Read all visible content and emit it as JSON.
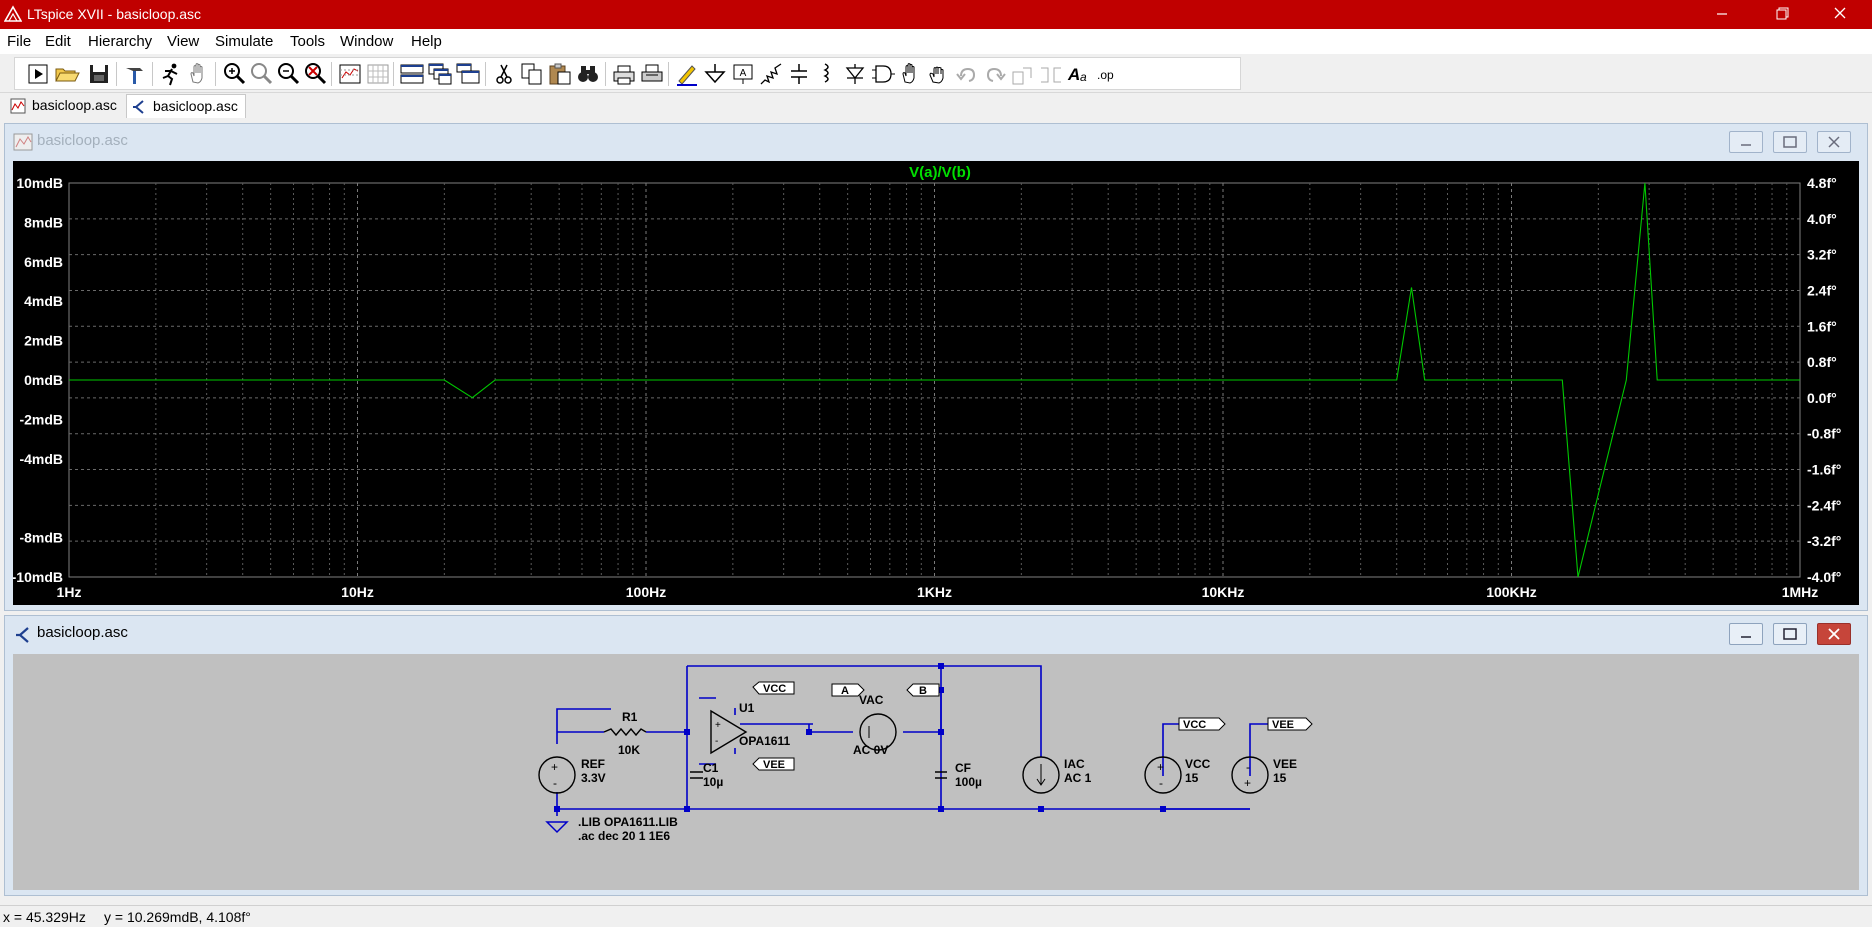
{
  "window": {
    "title": "LTspice XVII - basicloop.asc"
  },
  "menu": [
    "File",
    "Edit",
    "Hierarchy",
    "View",
    "Simulate",
    "Tools",
    "Window",
    "Help"
  ],
  "toolbar": {
    "icons": [
      "run",
      "open",
      "save",
      "control-panel",
      "halt",
      "pan",
      "zoom-in",
      "zoom-to-fit",
      "zoom-out",
      "zoom-cancel",
      "autorange",
      "plot-settings",
      "tile-horizontal",
      "cascade",
      "tile-vertical",
      "cut",
      "copy",
      "paste",
      "find",
      "print-preview",
      "print",
      "draw-wire",
      "ground",
      "label-net",
      "resistor",
      "capacitor",
      "inductor",
      "diode",
      "component",
      "move",
      "drag",
      "undo",
      "redo",
      "rotate",
      "mirror",
      "text",
      "spice-directive"
    ]
  },
  "tabs": [
    {
      "label": "basicloop.asc",
      "icon": "waveform-icon",
      "active": false
    },
    {
      "label": "basicloop.asc",
      "icon": "schematic-icon",
      "active": true
    }
  ],
  "plot_window": {
    "title": "basicloop.asc",
    "trace_label": "V(a)/V(b)",
    "trace_color": "#00c800"
  },
  "chart_data": {
    "type": "line",
    "title": "V(a)/V(b)",
    "x_scale": "log",
    "xlim": [
      1,
      1000000
    ],
    "x_ticks": [
      "1Hz",
      "10Hz",
      "100Hz",
      "1KHz",
      "10KHz",
      "100KHz",
      "1MHz"
    ],
    "ylim": [
      -10,
      10
    ],
    "y_ticks": [
      "10mdB",
      "8mdB",
      "6mdB",
      "4mdB",
      "2mdB",
      "0mdB",
      "-2mdB",
      "-4mdB",
      "-8mdB",
      "-10mdB"
    ],
    "y2lim": [
      -4.0,
      4.8
    ],
    "y2_ticks": [
      "4.8f°",
      "4.0f°",
      "3.2f°",
      "2.4f°",
      "1.6f°",
      "0.8f°",
      "0.0f°",
      "-0.8f°",
      "-1.6f°",
      "-2.4f°",
      "-3.2f°",
      "-4.0f°"
    ],
    "grid": true,
    "series": [
      {
        "name": "V(a)/V(b)",
        "x": [
          1,
          20,
          25,
          30,
          40000,
          45000,
          50000,
          150000,
          170000,
          250000,
          290000,
          320000,
          1000000
        ],
        "y": [
          0,
          0,
          -0.9,
          0,
          0,
          4.7,
          0,
          0,
          -10,
          0,
          10,
          0,
          0
        ]
      }
    ]
  },
  "schematic_window": {
    "title": "basicloop.asc"
  },
  "schematic": {
    "components": [
      {
        "ref": "R1",
        "value": "10K"
      },
      {
        "ref": "C1",
        "value": "10µ"
      },
      {
        "ref": "U1",
        "value": "OPA1611"
      },
      {
        "ref": "VAC",
        "value": "AC 0V"
      },
      {
        "ref": "CF",
        "value": "100µ"
      },
      {
        "ref": "IAC",
        "value": "AC 1"
      },
      {
        "ref": "REF",
        "value": "3.3V"
      },
      {
        "ref": "VCC",
        "value": "15"
      },
      {
        "ref": "VEE",
        "value": "15"
      }
    ],
    "net_labels": [
      "VCC",
      "VEE",
      "A",
      "B",
      "VCC",
      "VEE"
    ],
    "directives": [
      ".LIB OPA1611.LIB",
      ".ac dec 20 1 1E6"
    ],
    "wire_color": "#0000c8"
  },
  "status": {
    "x": "x = 45.329Hz",
    "y": "y = 10.269mdB, 4.108f°"
  }
}
